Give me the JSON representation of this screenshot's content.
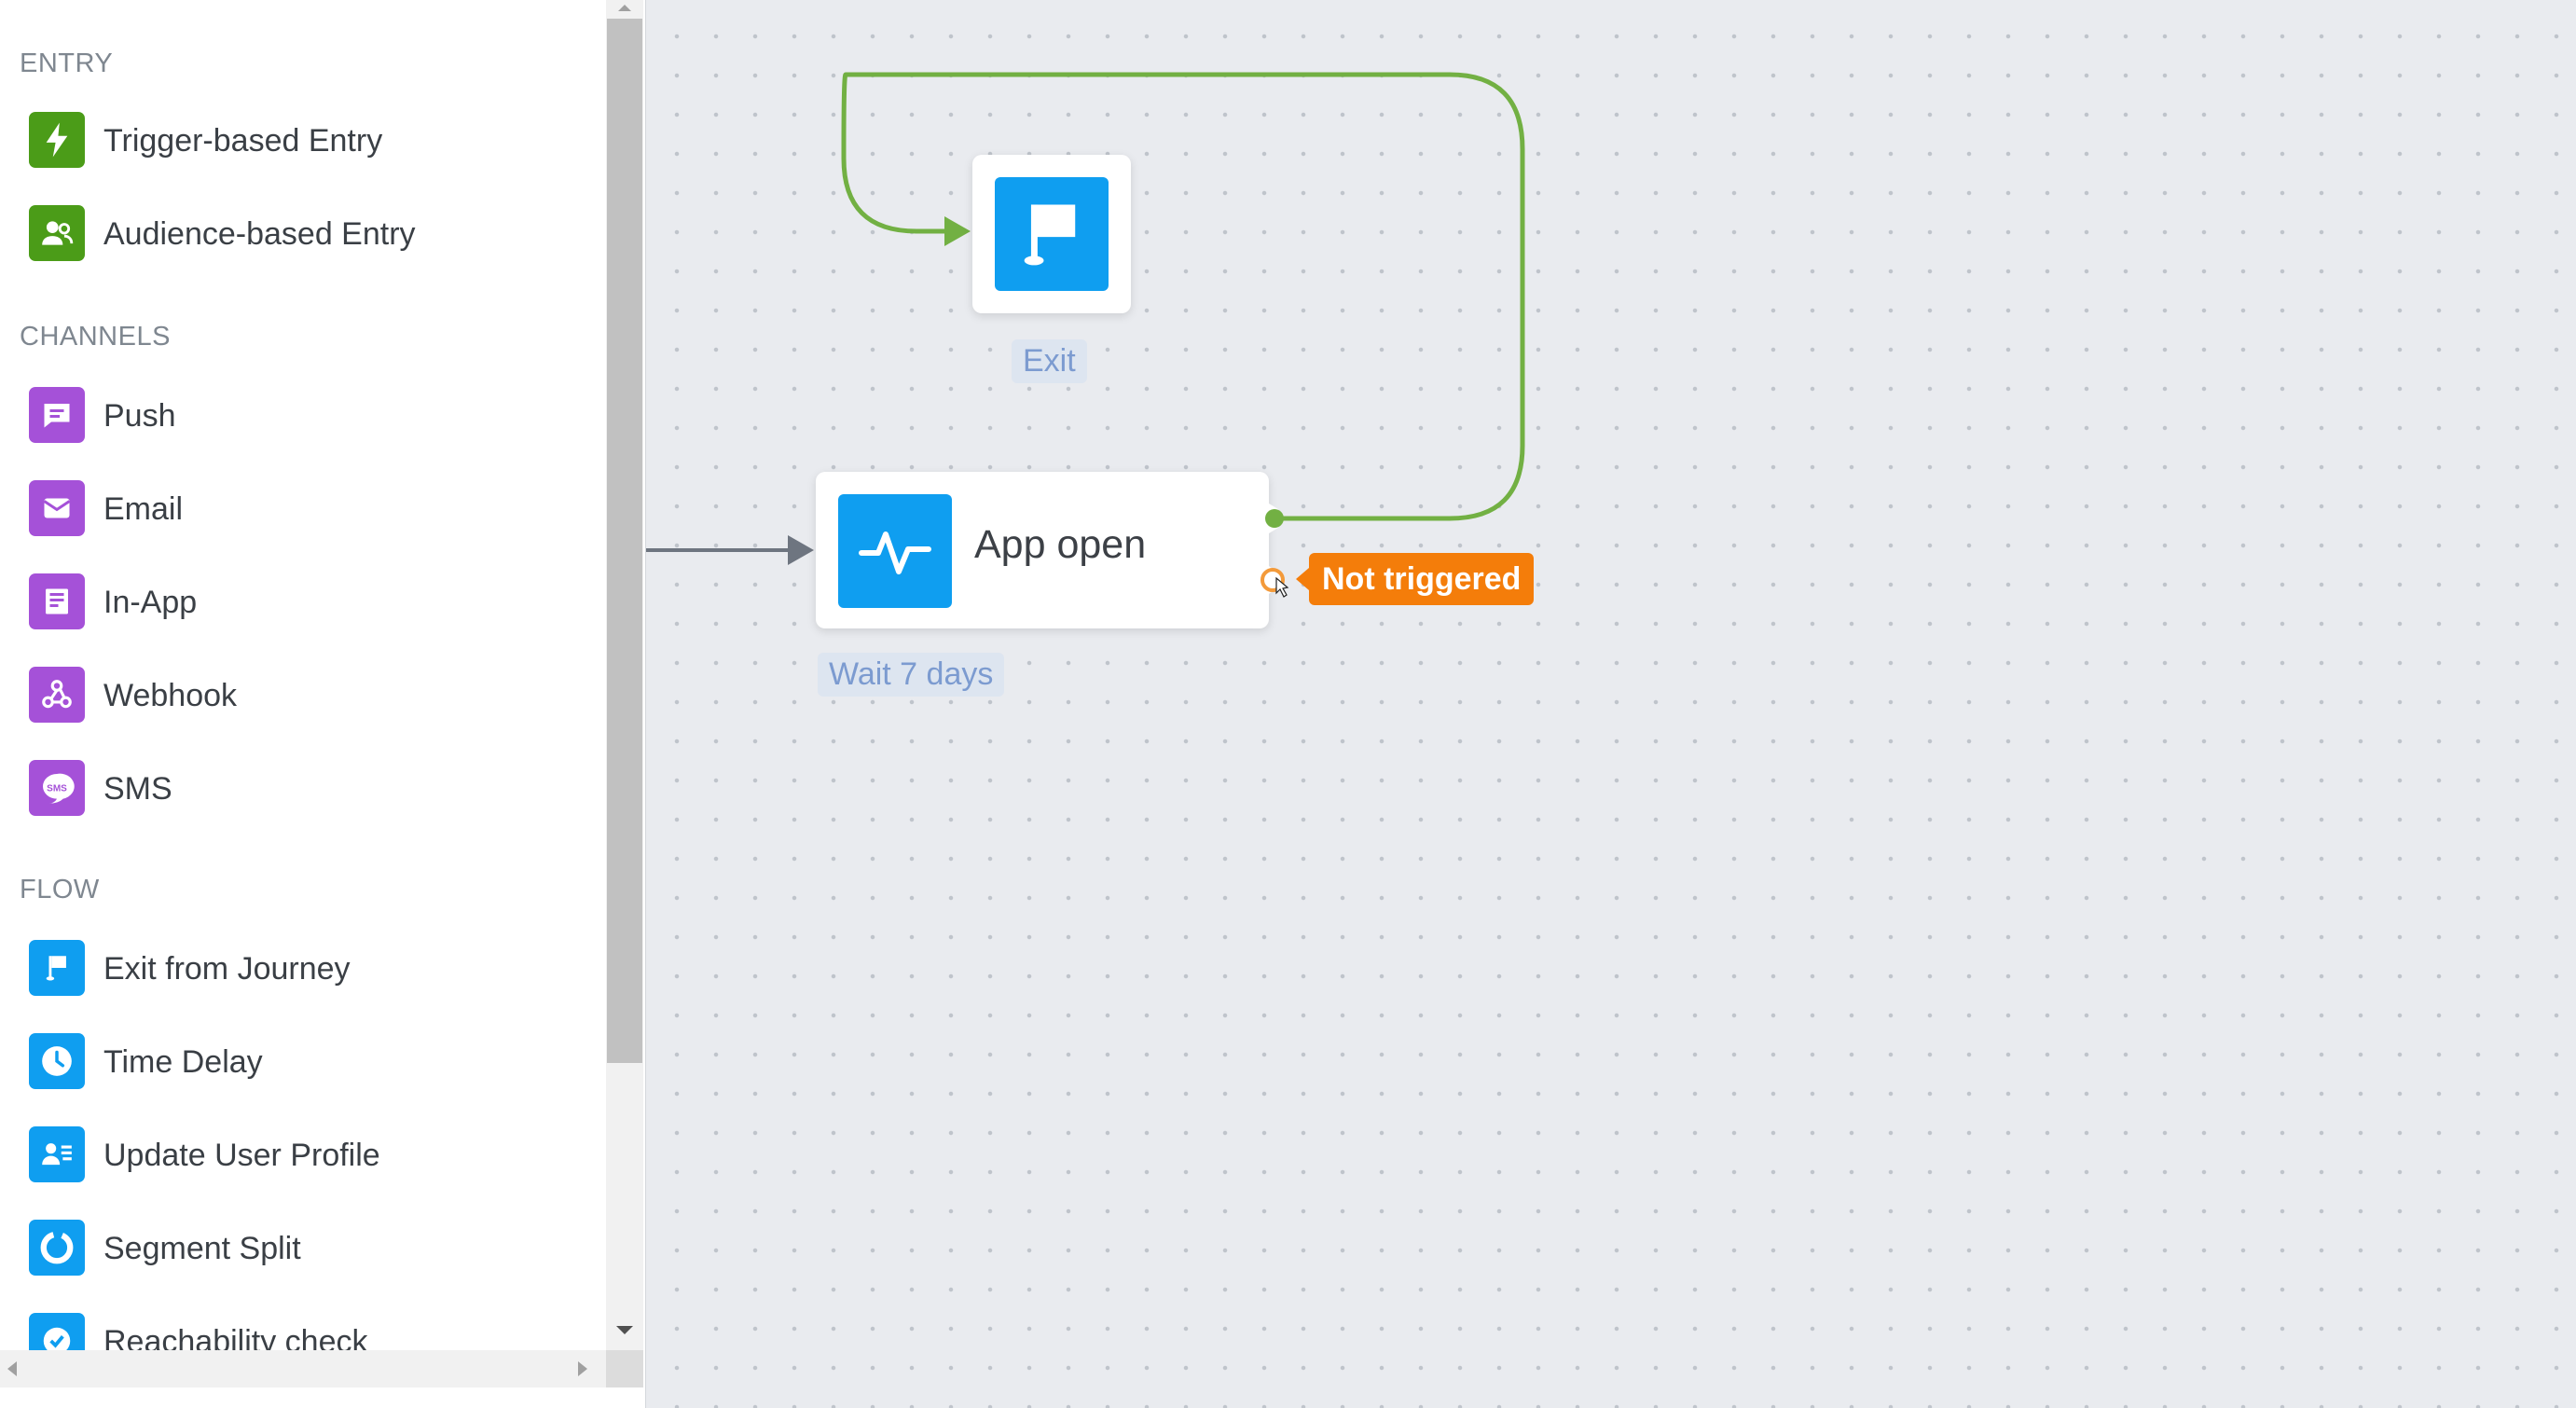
{
  "sidebar": {
    "sections": {
      "entry": "ENTRY",
      "channels": "CHANNELS",
      "flow": "FLOW"
    },
    "entry_items": [
      {
        "label": "Trigger-based Entry",
        "icon": "lightning-icon"
      },
      {
        "label": "Audience-based Entry",
        "icon": "users-icon"
      }
    ],
    "channel_items": [
      {
        "label": "Push",
        "icon": "push-icon"
      },
      {
        "label": "Email",
        "icon": "email-icon"
      },
      {
        "label": "In-App",
        "icon": "in-app-icon"
      },
      {
        "label": "Webhook",
        "icon": "webhook-icon"
      },
      {
        "label": "SMS",
        "icon": "sms-icon"
      }
    ],
    "flow_items": [
      {
        "label": "Exit from Journey",
        "icon": "flag-icon"
      },
      {
        "label": "Time Delay",
        "icon": "clock-icon"
      },
      {
        "label": "Update User Profile",
        "icon": "user-profile-icon"
      },
      {
        "label": "Segment Split",
        "icon": "segment-icon"
      },
      {
        "label": "Reachability check",
        "icon": "check-badge-icon"
      }
    ],
    "sms_icon_text": "SMS"
  },
  "canvas": {
    "exit_node": {
      "caption": "Exit",
      "icon": "flag-icon"
    },
    "app_open_node": {
      "title": "App open",
      "caption": "Wait 7 days",
      "icon": "pulse-icon"
    },
    "not_triggered_label": "Not triggered"
  },
  "colors": {
    "entry_green": "#4b9c18",
    "channel_purple": "#a551d8",
    "flow_blue": "#0f9ef0",
    "connector_green": "#72b043",
    "not_triggered_orange": "#f47d0a"
  }
}
